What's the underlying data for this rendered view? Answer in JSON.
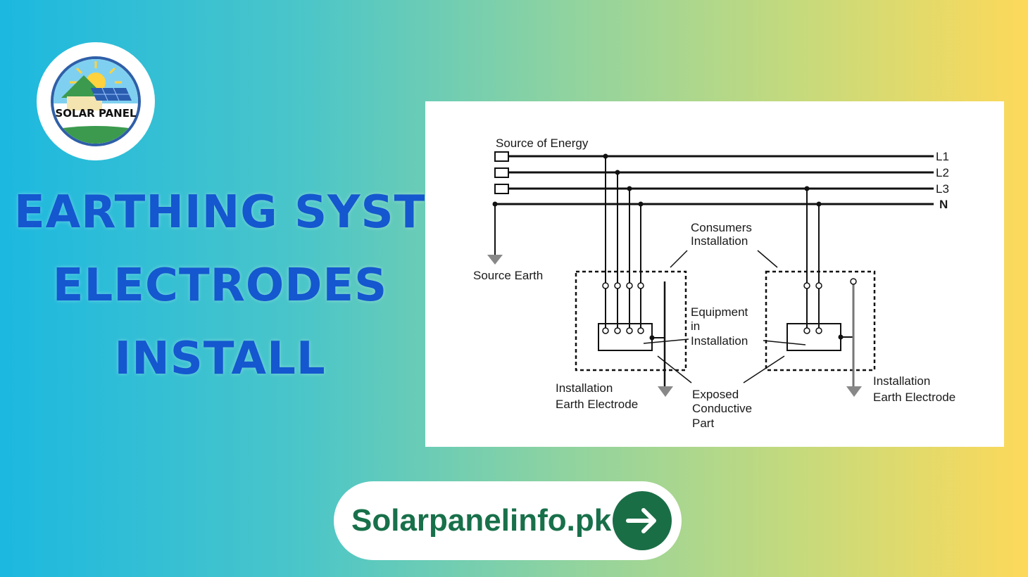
{
  "logo": {
    "text": "SOLAR PANEL"
  },
  "title": {
    "lines": [
      "EARTHING SYSTEM",
      "ELECTRODES",
      "INSTALL"
    ]
  },
  "diagram": {
    "source_of_energy": "Source of Energy",
    "phase_labels": [
      "L1",
      "L2",
      "L3",
      "N"
    ],
    "source_earth": "Source Earth",
    "consumer_installation": [
      "Consumers",
      "Installation"
    ],
    "equipment": [
      "Equipment",
      "in",
      "Installation"
    ],
    "earth_electrode_left": [
      "Installation",
      "Earth Electrode"
    ],
    "exposed_part": [
      "Exposed",
      "Conductive",
      "Part"
    ],
    "earth_electrode_right": [
      "Installation",
      "Earth Electrode"
    ]
  },
  "cta": {
    "label": "Solarpanelinfo.pk",
    "icon": "arrow-right-icon"
  },
  "colors": {
    "title": "#1457cf",
    "cta_text": "#18704a",
    "cta_button": "#1a6e46"
  }
}
